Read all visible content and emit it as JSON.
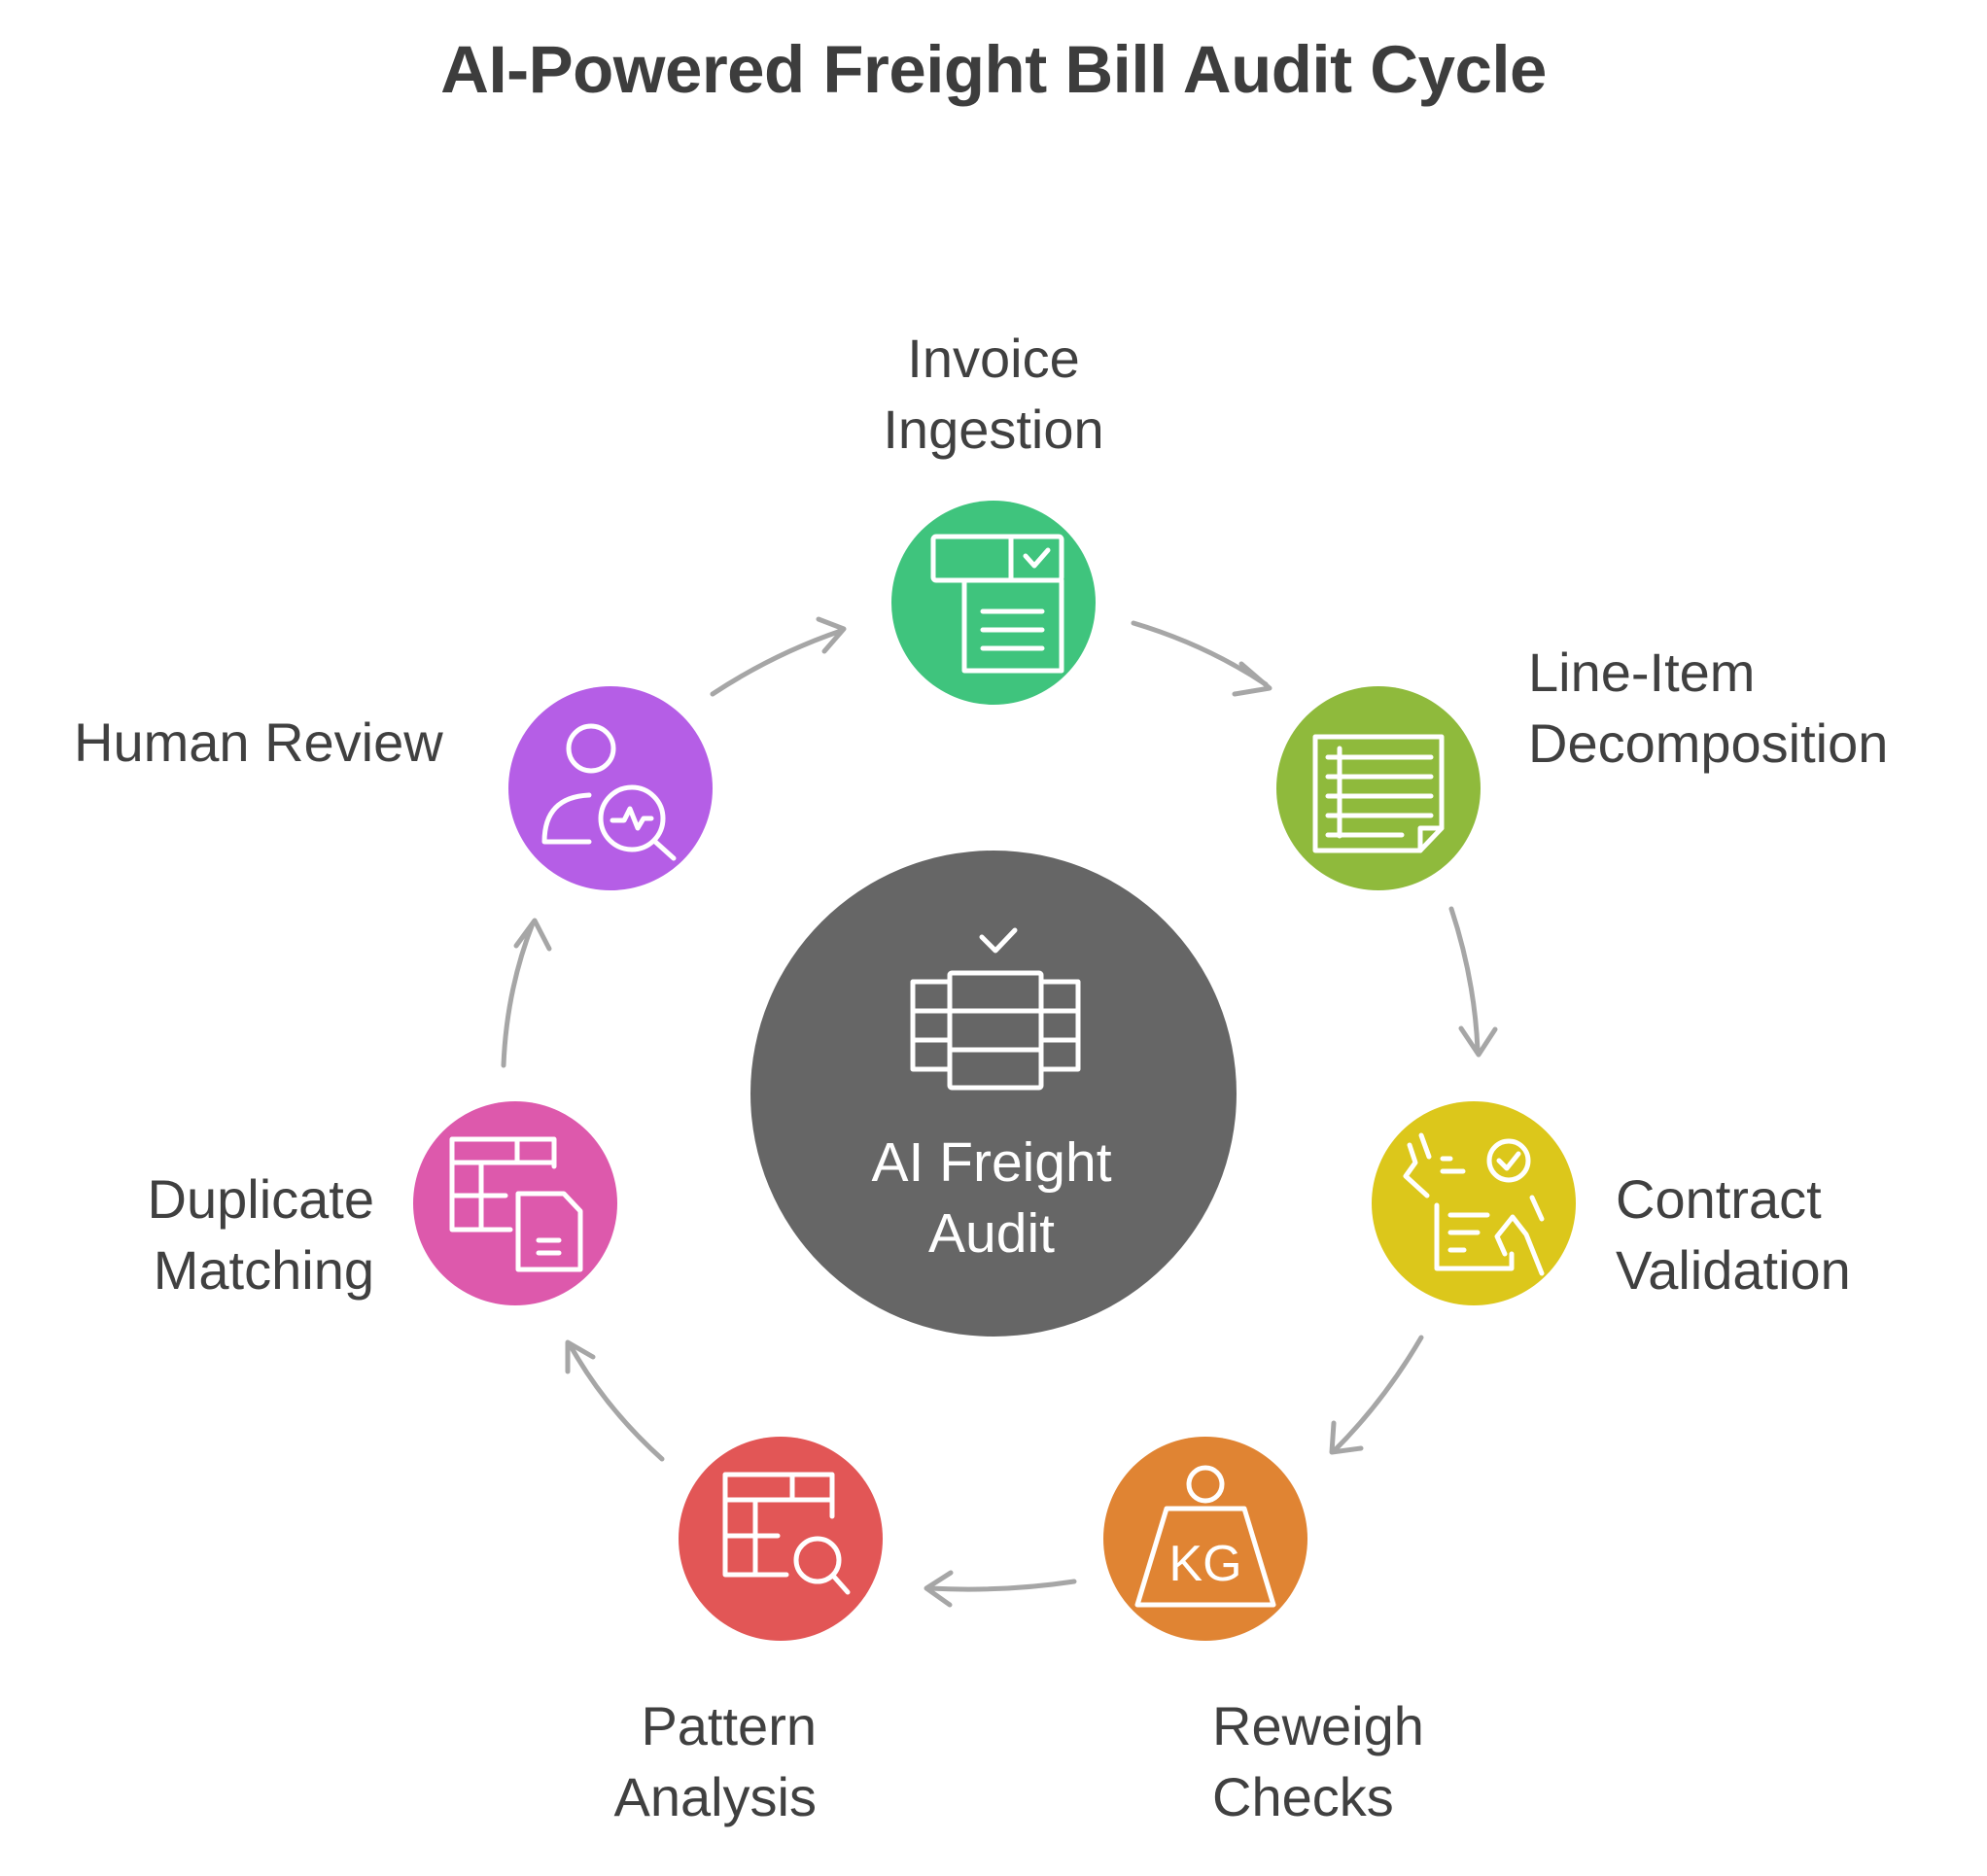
{
  "title": "AI-Powered Freight Bill Audit Cycle",
  "center": {
    "line1": "AI Freight",
    "line2": "Audit",
    "color": "#666666",
    "icon": "server-check-icon"
  },
  "steps": [
    {
      "id": "invoice-ingestion",
      "line1": "Invoice",
      "line2": "Ingestion",
      "color": "#3fc47d",
      "icon": "invoice-document-icon"
    },
    {
      "id": "line-item-decomposition",
      "line1": "Line-Item",
      "line2": "Decomposition",
      "color": "#8fba3c",
      "icon": "itemized-list-icon"
    },
    {
      "id": "contract-validation",
      "line1": "Contract",
      "line2": "Validation",
      "color": "#dcc71b",
      "icon": "contract-handshake-icon"
    },
    {
      "id": "reweigh-checks",
      "line1": "Reweigh",
      "line2": "Checks",
      "color": "#e08433",
      "icon": "kg-weight-icon"
    },
    {
      "id": "pattern-analysis",
      "line1": "Pattern",
      "line2": "Analysis",
      "color": "#e25656",
      "icon": "table-search-icon"
    },
    {
      "id": "duplicate-matching",
      "line1": "Duplicate",
      "line2": "Matching",
      "color": "#dd59ac",
      "icon": "table-document-icon"
    },
    {
      "id": "human-review",
      "line1": "Human Review",
      "line2": "",
      "color": "#b55ee6",
      "icon": "person-analysis-icon"
    }
  ],
  "kg_text": "KG"
}
